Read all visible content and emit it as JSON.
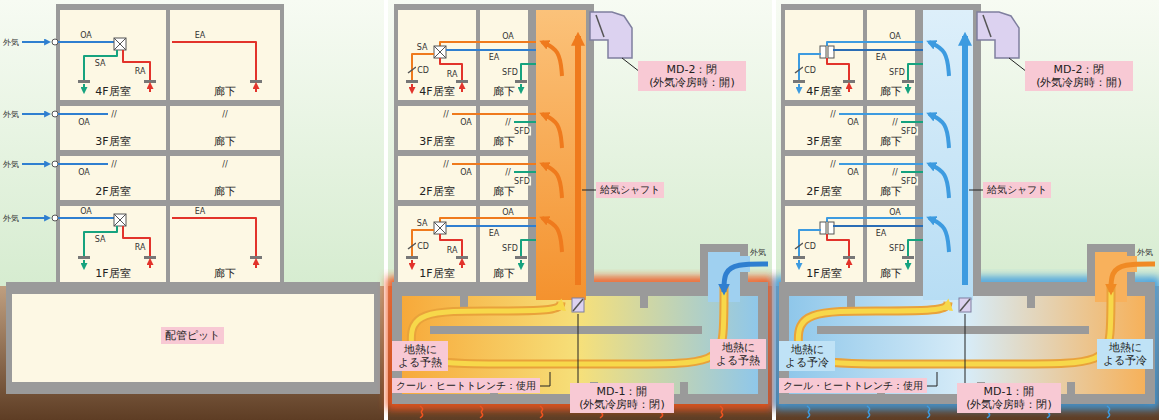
{
  "diagram": {
    "nodes": [
      {
        "text": [
          "4F居室"
        ]
      },
      {
        "text": [
          "廊下"
        ]
      },
      {
        "text": [
          "3F居室"
        ]
      },
      {
        "text": [
          "廊下"
        ]
      },
      {
        "text": [
          "2F居室"
        ]
      },
      {
        "text": [
          "廊下"
        ]
      },
      {
        "text": [
          "1F居室"
        ]
      },
      {
        "text": [
          "廊下"
        ]
      },
      {
        "text": [
          "配管ピット"
        ]
      },
      {
        "text": [
          "4F居室"
        ]
      },
      {
        "text": [
          "廊下"
        ]
      },
      {
        "text": [
          "3F居室"
        ]
      },
      {
        "text": [
          "廊下"
        ]
      },
      {
        "text": [
          "2F居室"
        ]
      },
      {
        "text": [
          "廊下"
        ]
      },
      {
        "text": [
          "1F居室"
        ]
      },
      {
        "text": [
          "廊下"
        ]
      },
      {
        "text": [
          "MD-2：閉 (外気冷房時：開)"
        ]
      },
      {
        "text": [
          "給気シャフト"
        ]
      },
      {
        "text": [
          "地熱に よる予熱"
        ]
      },
      {
        "text": [
          "地熱に よる予熱"
        ]
      },
      {
        "text": [
          "クール・ヒートトレンチ：使用"
        ]
      },
      {
        "text": [
          "MD-1：開 (外気冷房時：閉)"
        ]
      },
      {
        "text": [
          "4F居室"
        ]
      },
      {
        "text": [
          "廊下"
        ]
      },
      {
        "text": [
          "3F居室"
        ]
      },
      {
        "text": [
          "廊下"
        ]
      },
      {
        "text": [
          "2F居室"
        ]
      },
      {
        "text": [
          "廊下"
        ]
      },
      {
        "text": [
          "1F居室"
        ]
      },
      {
        "text": [
          "廊下"
        ]
      },
      {
        "text": [
          "MD-2：閉 (外気冷房時：開)"
        ]
      },
      {
        "text": [
          "給気シャフト"
        ]
      },
      {
        "text": [
          "地熱に よる予冷"
        ]
      },
      {
        "text": [
          "地熱に よる予冷"
        ]
      },
      {
        "text": [
          "クール・ヒートトレンチ：使用"
        ]
      },
      {
        "text": [
          "MD-1：開 (外気冷房時：閉)"
        ]
      }
    ],
    "labels": [
      "外気",
      "OA",
      "SA",
      "RA",
      "EA",
      "外気",
      "OA",
      "//",
      "//",
      "外気",
      "OA",
      "//",
      "//",
      "外気",
      "OA",
      "SA",
      "RA",
      "EA",
      "SA",
      "OA",
      "EA",
      "CD",
      "RA",
      "SFD",
      "//",
      "OA",
      "//",
      "SFD",
      "//",
      "OA",
      "//",
      "SFD",
      "SA",
      "OA",
      "EA",
      "CD",
      "RA",
      "SFD",
      "外気",
      "OA",
      "EA",
      "CD",
      "SFD",
      "//",
      "OA",
      "//",
      "SFD",
      "//",
      "OA",
      "//",
      "SFD",
      "OA",
      "EA",
      "CD",
      "SFD",
      "外気"
    ]
  }
}
